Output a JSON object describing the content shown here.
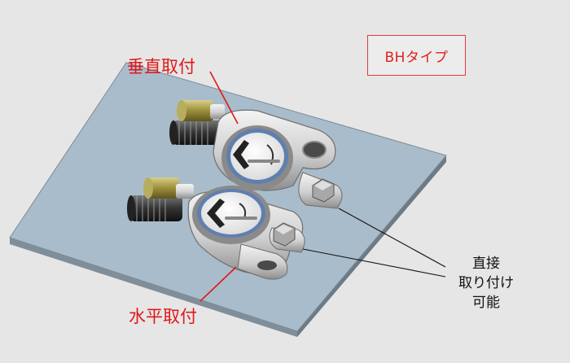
{
  "type_label": "BHタイプ",
  "annotations": {
    "vertical_mount": "垂直取付",
    "horizontal_mount": "水平取付",
    "direct_mount_lines": [
      "直接",
      "取り付け",
      "可能"
    ]
  },
  "colors": {
    "background": "#e6e6e6",
    "plate": "#a9bccb",
    "red_annotation": "#e01818",
    "box_border": "#e23b3b"
  }
}
